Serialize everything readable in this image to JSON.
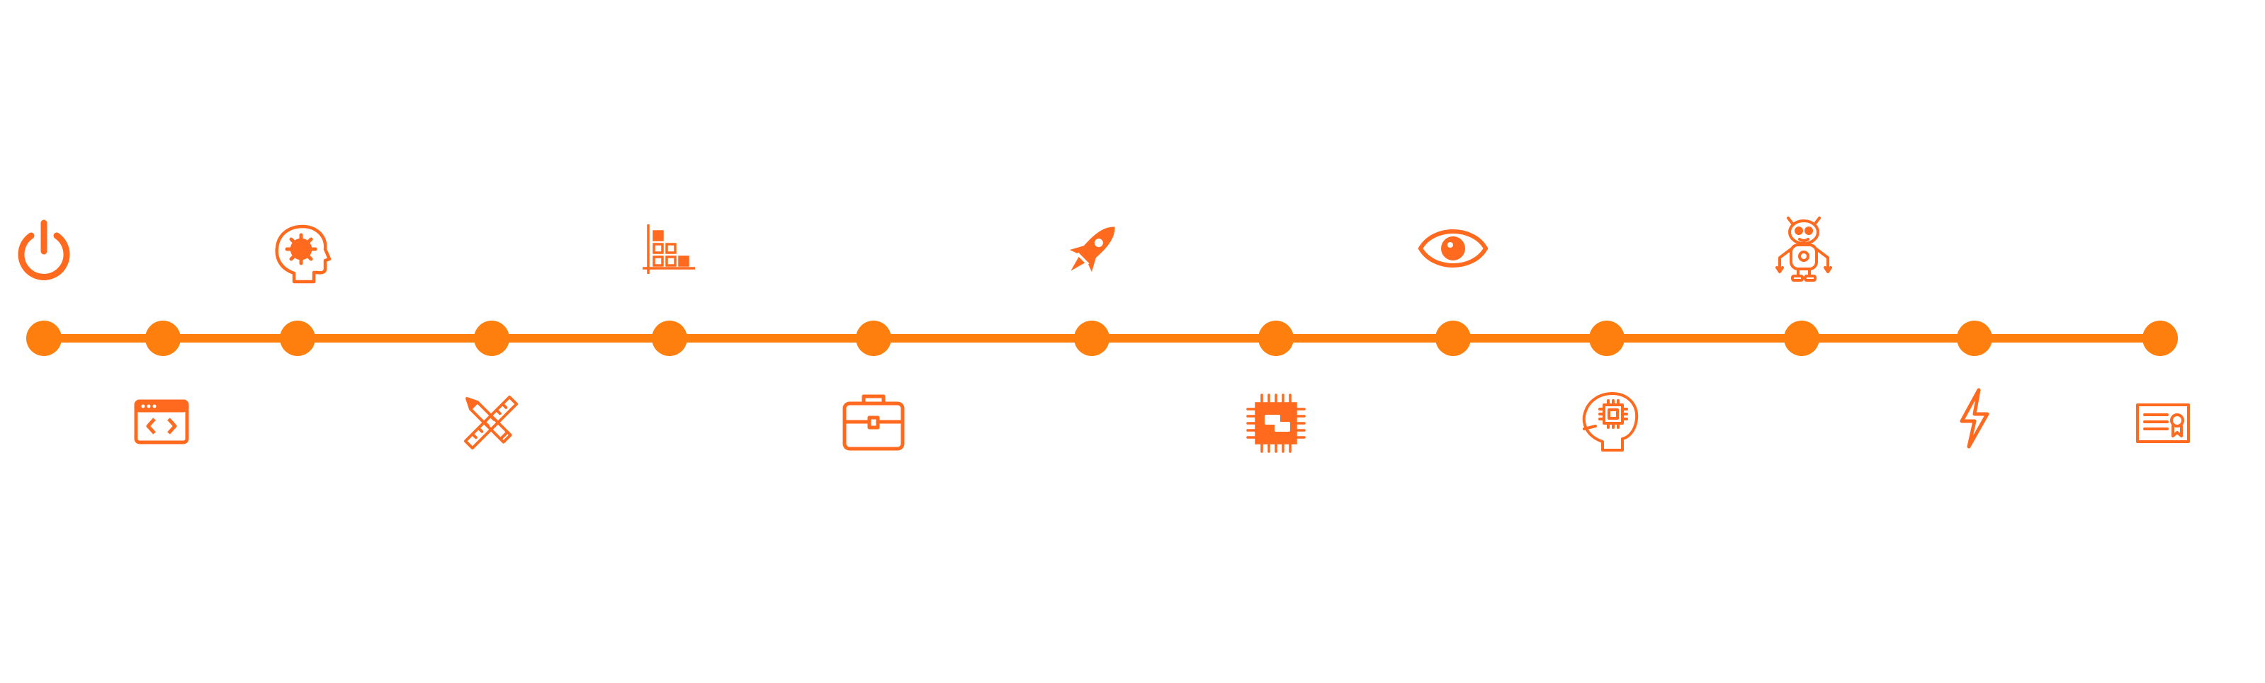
{
  "colors": {
    "line": "#FF7F0E",
    "node": "#FF7F0E",
    "icon": "#FF6A1F",
    "background": "#FFFFFF"
  },
  "timeline": {
    "node_count": 13,
    "icons": [
      {
        "name": "power-icon",
        "node": 0,
        "side": "top"
      },
      {
        "name": "code-window-icon",
        "node": 1,
        "side": "bottom"
      },
      {
        "name": "head-gear-icon",
        "node": 2,
        "side": "top"
      },
      {
        "name": "ruler-pencil-icon",
        "node": 3,
        "side": "bottom"
      },
      {
        "name": "grid-chart-icon",
        "node": 4,
        "side": "top"
      },
      {
        "name": "briefcase-icon",
        "node": 5,
        "side": "bottom"
      },
      {
        "name": "rocket-icon",
        "node": 6,
        "side": "top"
      },
      {
        "name": "chip-icon",
        "node": 7,
        "side": "bottom"
      },
      {
        "name": "eye-icon",
        "node": 8,
        "side": "top"
      },
      {
        "name": "head-chip-icon",
        "node": 9,
        "side": "bottom"
      },
      {
        "name": "robot-icon",
        "node": 10,
        "side": "top"
      },
      {
        "name": "lightning-icon",
        "node": 11,
        "side": "bottom"
      },
      {
        "name": "certificate-icon",
        "node": 12,
        "side": "bottom"
      }
    ]
  }
}
